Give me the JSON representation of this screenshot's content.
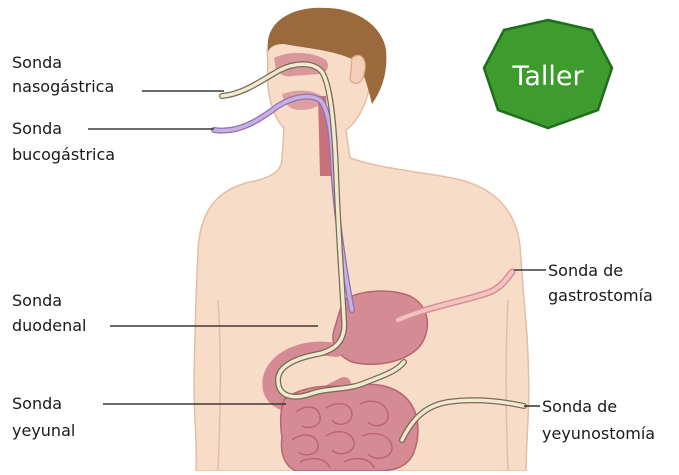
{
  "labels": {
    "nasogastric_l1": "Sonda",
    "nasogastric_l2": "nasogástrica",
    "orogastric_l1": "Sonda",
    "orogastric_l2": "bucogástrica",
    "duodenal_l1": "Sonda",
    "duodenal_l2": "duodenal",
    "jejunal_l1": "Sonda",
    "jejunal_l2": "yeyunal",
    "gastrostomy_l1": "Sonda de",
    "gastrostomy_l2": "gastrostomía",
    "jejunostomy_l1": "Sonda de",
    "jejunostomy_l2": "yeyunostomía"
  },
  "badge": {
    "text": "Taller",
    "color": "#3e9b2e",
    "border_color": "#1f6e1c"
  },
  "colors": {
    "skin": "#f7dcc8",
    "skin_outline": "#e6bda3",
    "hair": "#9a6a3c",
    "organ": "#d58b93",
    "organ_dark": "#b9646f",
    "tube_cream": "#f1ead2",
    "tube_edge": "#7a6a55",
    "tube_purple": "#b79ad4",
    "tube_pink": "#eaa6a9",
    "leader_line": "#3a3a3a"
  }
}
